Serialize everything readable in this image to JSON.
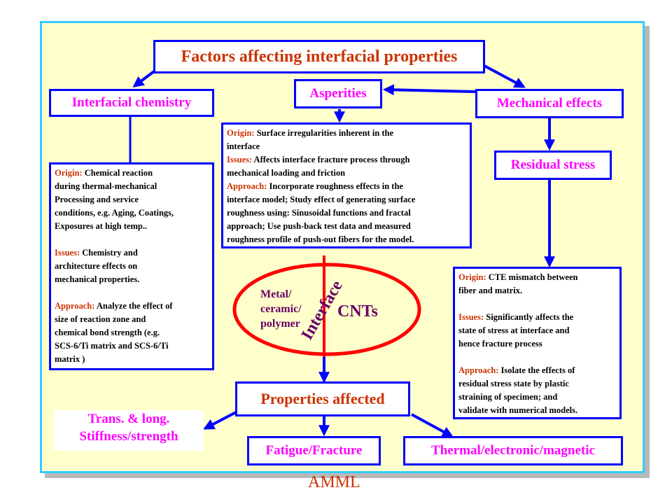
{
  "title": "Factors affecting interfacial properties",
  "nodes": {
    "chemistry": "Interfacial chemistry",
    "asperities": "Asperities",
    "mechanical": "Mechanical effects",
    "residual": "Residual stress",
    "properties": "Properties affected",
    "trans_line1": "Trans. & long.",
    "trans_line2": "Stiffness/strength",
    "fatigue": "Fatigue/Fracture",
    "thermal": "Thermal/electronic/magnetic"
  },
  "chemistry_detail": {
    "origin_label": "Origin:",
    "origin_lines": [
      " Chemical reaction",
      "during thermal-mechanical",
      "Processing and service",
      "conditions, e.g. Aging, Coatings,",
      "Exposures at high temp.."
    ],
    "issues_label": "Issues:",
    "issues_lines": [
      " Chemistry and",
      "architecture effects on",
      "mechanical properties."
    ],
    "approach_label": "Approach:",
    "approach_lines": [
      " Analyze the effect of",
      "size of reaction zone and",
      "chemical bond strength (e.g.",
      "SCS-6/Ti matrix and SCS-6/Ti",
      "matrix )"
    ]
  },
  "asperities_detail": {
    "origin_label": "Origin:",
    "origin_lines": [
      " Surface irregularities inherent in the",
      "interface"
    ],
    "issues_label": "Issues:",
    "issues_lines": [
      " Affects interface fracture process through",
      "mechanical loading and friction"
    ],
    "approach_label": "Approach:",
    "approach_lines": [
      " Incorporate roughness effects in the",
      "interface model; Study effect of generating surface",
      "roughness using: Sinusoidal functions and fractal",
      "approach; Use push-back test data and measured",
      "roughness profile of push-out fibers for the model."
    ]
  },
  "residual_detail": {
    "origin_label": "Origin:",
    "origin_lines": [
      " CTE mismatch between",
      "fiber and matrix."
    ],
    "issues_label": "Issues:",
    "issues_lines": [
      " Significantly affects the",
      "state of stress at interface and",
      "hence fracture process"
    ],
    "approach_label": "Approach:",
    "approach_lines": [
      " Isolate the effects of",
      "residual stress state by plastic",
      "straining of specimen; and",
      "validate with numerical models."
    ]
  },
  "circle": {
    "left_lines": [
      "Metal/",
      "ceramic/",
      "polymer"
    ],
    "right": "CNTs",
    "interface": "Interface"
  },
  "footer": "AMML",
  "colors": {
    "slide_bg": "#ffffcc",
    "slide_border": "#33ccff",
    "box_border": "#0000ff",
    "title_text": "#cc3300",
    "node_text": "#ff00ff",
    "label_text": "#cc3300",
    "ellipse": "#ff0000"
  }
}
